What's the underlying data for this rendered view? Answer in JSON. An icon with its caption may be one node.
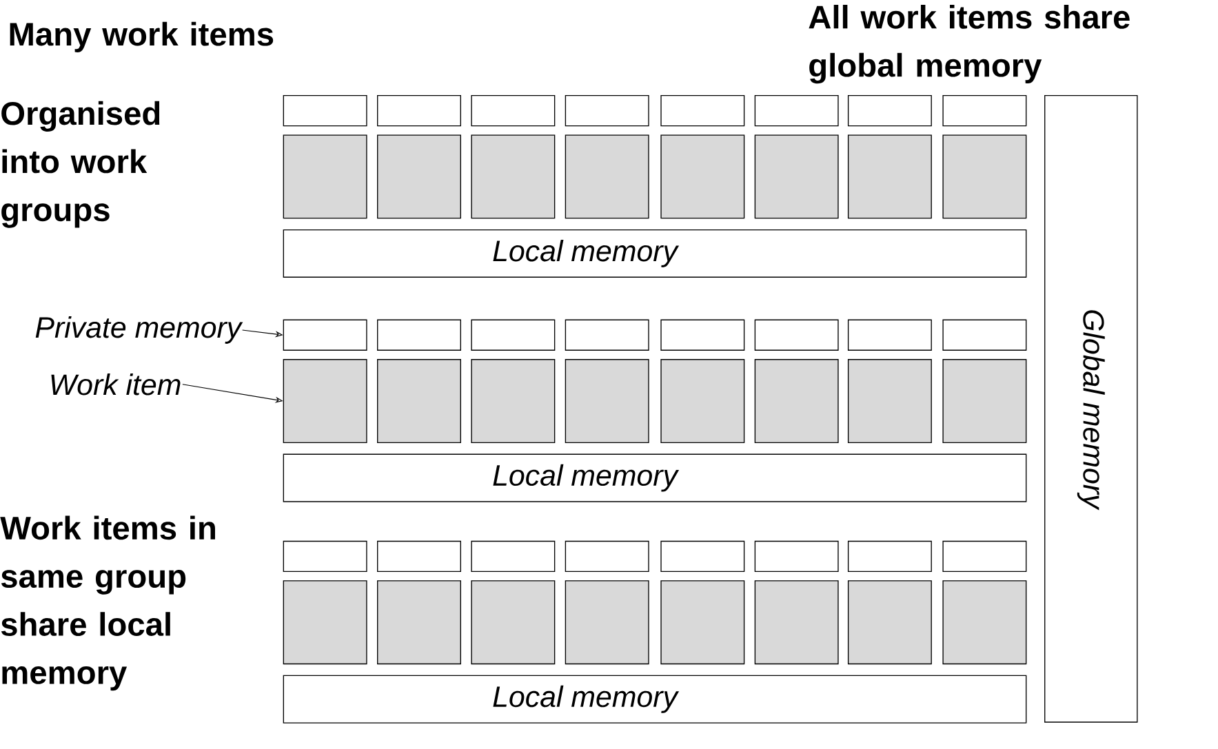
{
  "diagram": {
    "nodes": [
      {
        "text": [],
        "shape": "box"
      },
      {
        "text": [],
        "shape": "box"
      },
      {
        "text": [],
        "shape": "box"
      },
      {
        "text": [],
        "shape": "box"
      },
      {
        "text": [],
        "shape": "box"
      },
      {
        "text": [],
        "shape": "box"
      },
      {
        "text": [],
        "shape": "box"
      },
      {
        "text": [],
        "shape": "box"
      },
      {
        "text": [],
        "shape": "box"
      },
      {
        "text": [],
        "shape": "box"
      },
      {
        "text": [],
        "shape": "box"
      },
      {
        "text": [],
        "shape": "box"
      },
      {
        "text": [],
        "shape": "box"
      },
      {
        "text": [],
        "shape": "box"
      },
      {
        "text": [],
        "shape": "box"
      },
      {
        "text": [],
        "shape": "box"
      },
      {
        "text": [
          "Local memory"
        ]
      },
      {
        "text": [],
        "shape": "box"
      },
      {
        "text": [],
        "shape": "box"
      },
      {
        "text": [],
        "shape": "box"
      },
      {
        "text": [],
        "shape": "box"
      },
      {
        "text": [],
        "shape": "box"
      },
      {
        "text": [],
        "shape": "box"
      },
      {
        "text": [],
        "shape": "box"
      },
      {
        "text": [],
        "shape": "box"
      },
      {
        "text": [],
        "shape": "box"
      },
      {
        "text": [],
        "shape": "box"
      },
      {
        "text": [],
        "shape": "box"
      },
      {
        "text": [],
        "shape": "box"
      },
      {
        "text": [],
        "shape": "box"
      },
      {
        "text": [],
        "shape": "box"
      },
      {
        "text": [],
        "shape": "box"
      },
      {
        "text": [],
        "shape": "box"
      },
      {
        "text": [
          "Local memory"
        ]
      },
      {
        "text": [],
        "shape": "box"
      },
      {
        "text": [],
        "shape": "box"
      },
      {
        "text": [],
        "shape": "box"
      },
      {
        "text": [],
        "shape": "box"
      },
      {
        "text": [],
        "shape": "box"
      },
      {
        "text": [],
        "shape": "box"
      },
      {
        "text": [],
        "shape": "box"
      },
      {
        "text": [],
        "shape": "box"
      },
      {
        "text": [],
        "shape": "box"
      },
      {
        "text": [],
        "shape": "box"
      },
      {
        "text": [],
        "shape": "box"
      },
      {
        "text": [],
        "shape": "box"
      },
      {
        "text": [],
        "shape": "box"
      },
      {
        "text": [],
        "shape": "box"
      },
      {
        "text": [],
        "shape": "box"
      },
      {
        "text": [],
        "shape": "box"
      },
      {
        "text": [
          "Local memory"
        ]
      },
      {
        "text": [
          "Global memory"
        ]
      },
      {
        "text": [
          "Private memory"
        ]
      },
      {
        "text": [
          "Work item"
        ]
      }
    ],
    "edges": [
      {
        "from": 52,
        "to": 17,
        "arrow": "to"
      },
      {
        "from": 53,
        "to": 25,
        "arrow": "to"
      }
    ],
    "labels": [
      "Many work items",
      "All work items share global memory",
      "Organised into work groups",
      "Work items in same group share local memory"
    ]
  }
}
